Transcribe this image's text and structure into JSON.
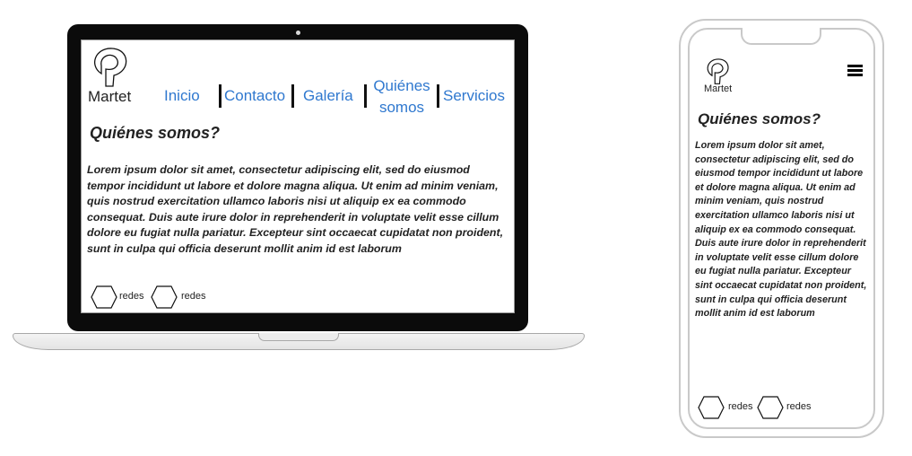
{
  "laptop": {
    "brand": "Martet",
    "nav": [
      "Inicio",
      "Contacto",
      "Galería",
      "Quiénes somos",
      "Servicios"
    ],
    "heading": "Quiénes somos?",
    "body": "Lorem ipsum dolor sit amet, consectetur adipiscing elit, sed do eiusmod tempor incididunt ut labore et dolore magna aliqua. Ut enim ad minim veniam, quis nostrud exercitation ullamco laboris nisi ut aliquip ex ea commodo consequat. Duis aute irure dolor in reprehenderit in voluptate velit esse cillum dolore eu fugiat nulla pariatur. Excepteur sint occaecat cupidatat non proident, sunt in culpa qui officia deserunt mollit anim id est laborum",
    "social": [
      "redes",
      "redes"
    ]
  },
  "phone": {
    "brand": "Martet",
    "menu_icon": "hamburger-icon",
    "heading": "Quiénes somos?",
    "body": "Lorem ipsum dolor sit amet, consectetur adipiscing elit, sed do eiusmod tempor incididunt ut labore et dolore magna aliqua. Ut enim ad minim veniam, quis nostrud exercitation ullamco laboris nisi ut aliquip ex ea commodo consequat. Duis aute irure dolor in reprehenderit in voluptate velit esse cillum dolore eu fugiat nulla pariatur. Excepteur sint occaecat cupidatat non proident, sunt in culpa qui officia deserunt mollit anim id est laborum",
    "social": [
      "redes",
      "redes"
    ]
  },
  "colors": {
    "nav_link": "#2f78cf",
    "text": "#222222",
    "device_frame": "#0b0b0b"
  }
}
